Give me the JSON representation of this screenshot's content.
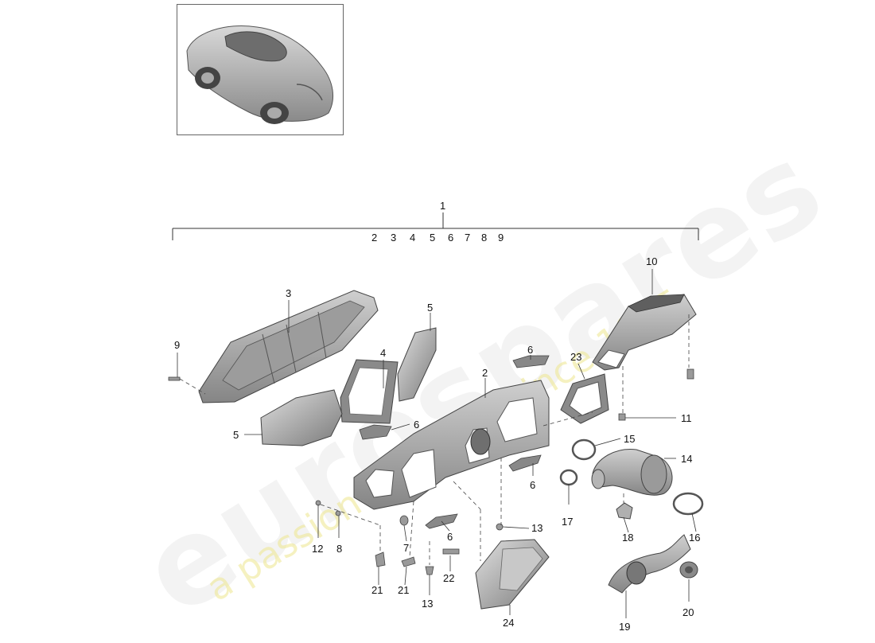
{
  "watermark": {
    "brand": "eurospares",
    "tagline": "a passion for parts since 1985"
  },
  "group_label": "1",
  "group_sub_parts": [
    "2",
    "3",
    "4",
    "5",
    "6",
    "7",
    "8",
    "9"
  ],
  "callouts": [
    {
      "id": "c3",
      "label": "3"
    },
    {
      "id": "c4",
      "label": "4"
    },
    {
      "id": "c5a",
      "label": "5"
    },
    {
      "id": "c5b",
      "label": "5"
    },
    {
      "id": "c9",
      "label": "9"
    },
    {
      "id": "c6a",
      "label": "6"
    },
    {
      "id": "c6b",
      "label": "6"
    },
    {
      "id": "c6c",
      "label": "6"
    },
    {
      "id": "c6d",
      "label": "6"
    },
    {
      "id": "c2",
      "label": "2"
    },
    {
      "id": "c10",
      "label": "10"
    },
    {
      "id": "c23",
      "label": "23"
    },
    {
      "id": "c11",
      "label": "11"
    },
    {
      "id": "c15",
      "label": "15"
    },
    {
      "id": "c14",
      "label": "14"
    },
    {
      "id": "c17",
      "label": "17"
    },
    {
      "id": "c18",
      "label": "18"
    },
    {
      "id": "c16",
      "label": "16"
    },
    {
      "id": "c13a",
      "label": "13"
    },
    {
      "id": "c13b",
      "label": "13"
    },
    {
      "id": "c12",
      "label": "12"
    },
    {
      "id": "c8",
      "label": "8"
    },
    {
      "id": "c7",
      "label": "7"
    },
    {
      "id": "c21a",
      "label": "21"
    },
    {
      "id": "c21b",
      "label": "21"
    },
    {
      "id": "c22",
      "label": "22"
    },
    {
      "id": "c24",
      "label": "24"
    },
    {
      "id": "c19",
      "label": "19"
    },
    {
      "id": "c20",
      "label": "20"
    }
  ]
}
